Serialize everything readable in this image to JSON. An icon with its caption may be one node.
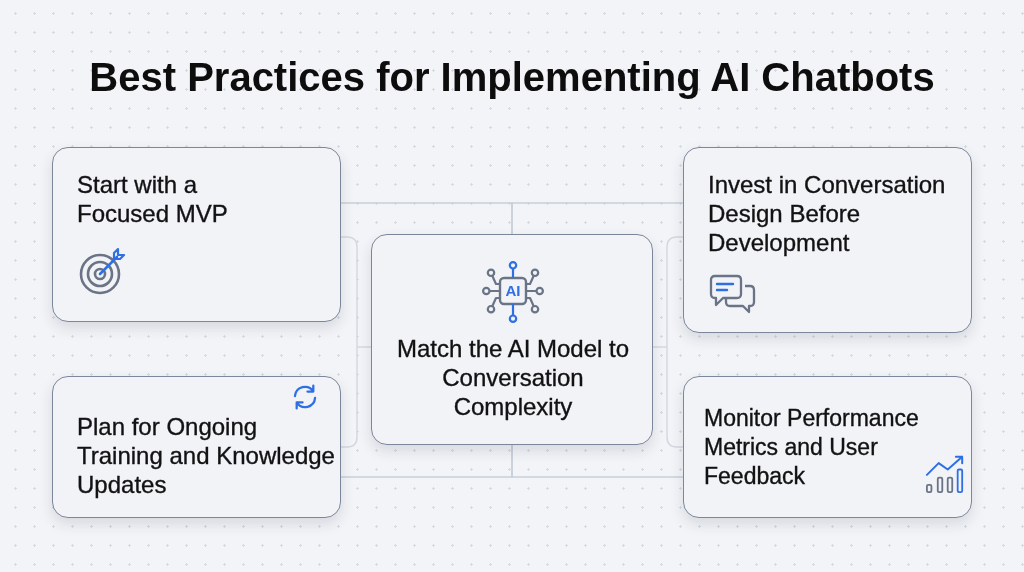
{
  "diagram": {
    "title": "Best Practices for Implementing AI Chatbots",
    "nodes": [
      {
        "text": [
          "Start with a Focused MVP"
        ]
      },
      {
        "text": [
          "Invest in Conversation Design Before Development"
        ]
      },
      {
        "text": [
          "AI",
          "Match the AI Model to Conversation Complexity"
        ]
      },
      {
        "text": [
          "Plan for Ongoing Training and Knowledge Updates"
        ]
      },
      {
        "text": [
          "Monitor Performance Metrics and User Feedback"
        ]
      }
    ],
    "edges": [
      {
        "from": 0,
        "to": 2,
        "arrow": "none"
      },
      {
        "from": 1,
        "to": 2,
        "arrow": "none"
      },
      {
        "from": 3,
        "to": 2,
        "arrow": "none"
      },
      {
        "from": 4,
        "to": 2,
        "arrow": "none"
      }
    ]
  }
}
